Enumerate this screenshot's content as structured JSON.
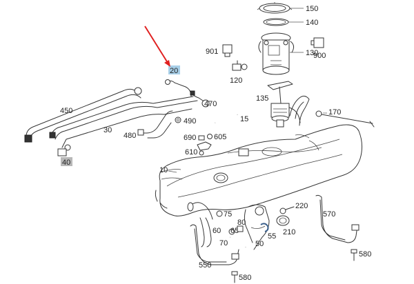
{
  "colors": {
    "line": "#333333",
    "highlight_callout_bg": "#a8cfe8",
    "gray_callout_bg": "#b8b8b8",
    "arrow": "#e02020"
  },
  "callouts": {
    "c150": "150",
    "c140": "140",
    "c130": "130",
    "c900": "900",
    "c901": "901",
    "c120": "120",
    "c20": "20",
    "c450": "450",
    "c470": "470",
    "c135": "135",
    "c170": "170",
    "c30": "30",
    "c15": "15",
    "c490": "490",
    "c480": "480",
    "c690": "690",
    "c605": "605",
    "c610": "610",
    "c40": "40",
    "c10": "10",
    "c75": "75",
    "c80": "80",
    "c220": "220",
    "c570": "570",
    "c60": "60",
    "c65": "65",
    "c55": "55",
    "c210": "210",
    "c70": "70",
    "c50": "50",
    "c550": "550",
    "c580a": "580",
    "c580b": "580"
  }
}
